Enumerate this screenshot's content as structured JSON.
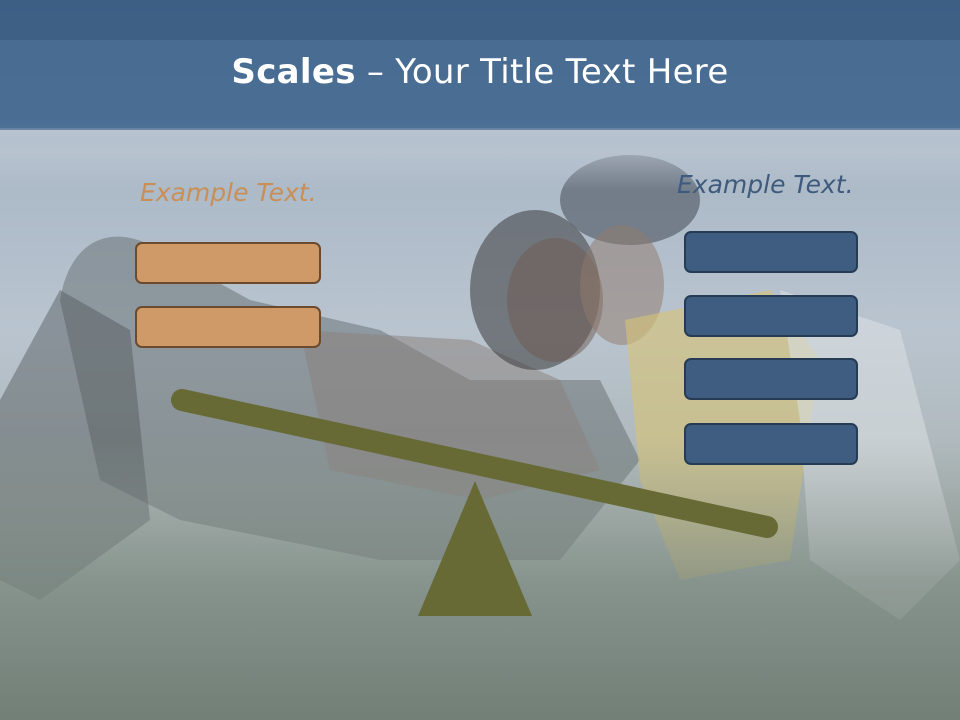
{
  "slide": {
    "title_bold": "Scales",
    "title_rest": " – Your Title Text Here",
    "left_label": "Example Text.",
    "right_label": "Example Text."
  },
  "colors": {
    "header": "#4a6d93",
    "left_accent": "#cf9a68",
    "right_accent": "#3e5d80",
    "scale": "#676a35"
  },
  "background": {
    "description_icon": "photo-couple-kissing-on-grass"
  }
}
